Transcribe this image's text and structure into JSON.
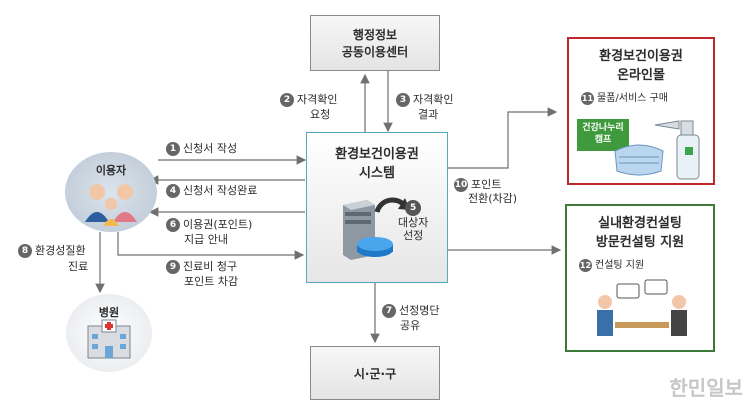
{
  "nodes": {
    "admin_center": {
      "line1": "행정정보",
      "line2": "공동이용센터"
    },
    "system": {
      "line1": "환경보건이용권",
      "line2": "시스템"
    },
    "online_mall": {
      "line1": "환경보건이용권",
      "line2": "온라인몰",
      "item": "물품/서비스 구매",
      "camp_label": "건강나누리\n캠프"
    },
    "consulting": {
      "line1": "실내환경컨설팅",
      "line2": "방문컨설팅 지원",
      "item": "컨설팅 지원"
    },
    "user": {
      "label": "이용자"
    },
    "hospital": {
      "label": "병원"
    },
    "local_gov": {
      "label": "시·군·구"
    }
  },
  "steps": {
    "s1": {
      "num": "1",
      "text": "신청서 작성"
    },
    "s2": {
      "num": "2",
      "line1": "자격확인",
      "line2": "요청"
    },
    "s3": {
      "num": "3",
      "line1": "자격확인",
      "line2": "결과"
    },
    "s4": {
      "num": "4",
      "text": "신청서 작성완료"
    },
    "s5": {
      "num": "5",
      "line1": "대상자",
      "line2": "선정"
    },
    "s6": {
      "num": "6",
      "line1": "이용권(포인트)",
      "line2": "지급 안내"
    },
    "s7": {
      "num": "7",
      "line1": "선정명단",
      "line2": "공유"
    },
    "s8": {
      "num": "8",
      "line1": "환경성질환",
      "line2": "진료"
    },
    "s9": {
      "num": "9",
      "line1": "진료비 청구",
      "line2": "포인트 차감"
    },
    "s10": {
      "num": "10",
      "line1": "포인트",
      "line2": "전환(차감)"
    },
    "s11": {
      "num": "11"
    },
    "s12": {
      "num": "12"
    }
  },
  "watermark": "한민일보",
  "colors": {
    "mall_border": "#c0272d",
    "consult_border": "#3d7a3a",
    "system_border": "#5aa7c4",
    "arrow": "#707070"
  }
}
